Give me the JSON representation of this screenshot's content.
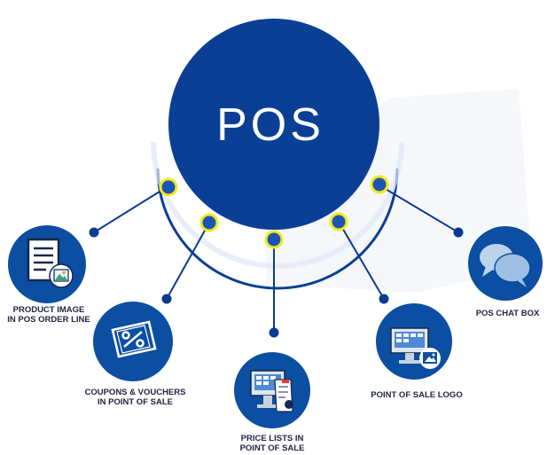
{
  "hub": {
    "title": "POS"
  },
  "features": [
    {
      "icon": "document-image-icon",
      "label_lines": [
        "PRODUCT IMAGE",
        "IN POS ORDER LINE"
      ]
    },
    {
      "icon": "coupon-percent-icon",
      "label_lines": [
        "COUPONS & VOUCHERS",
        "IN POINT OF SALE"
      ]
    },
    {
      "icon": "price-list-terminal-icon",
      "label_lines": [
        "PRICE LISTS IN",
        "POINT OF SALE"
      ]
    },
    {
      "icon": "pos-terminal-logo-icon",
      "label_lines": [
        "POINT OF SALE LOGO"
      ]
    },
    {
      "icon": "chat-bubbles-icon",
      "label_lines": [
        "POS CHAT BOX"
      ]
    }
  ],
  "colors": {
    "hub_fill": "#0a3f95",
    "node_fill": "#0b4ea2",
    "ring_node_stroke": "#f2ea1a",
    "connector": "#0b3b8f",
    "label_text": "#1f2340"
  }
}
